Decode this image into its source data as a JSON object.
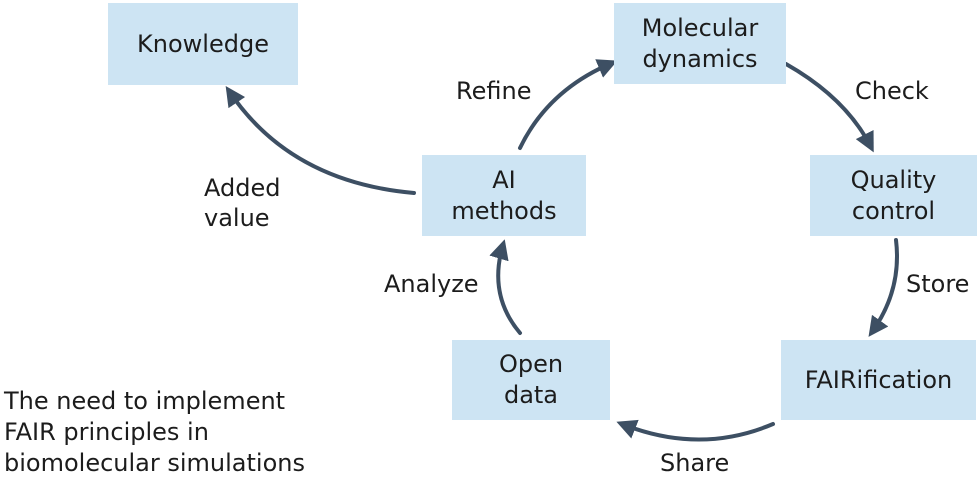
{
  "nodes": {
    "knowledge": "Knowledge",
    "molecular_dynamics": "Molecular\ndynamics",
    "ai_methods": "AI\nmethods",
    "quality_control": "Quality\ncontrol",
    "open_data": "Open\ndata",
    "fairification": "FAIRification"
  },
  "edges": {
    "refine": "Refine",
    "check": "Check",
    "store": "Store",
    "share": "Share",
    "analyze": "Analyze",
    "added_value": "Added\nvalue"
  },
  "caption": "The need to implement\nFAIR principles in\nbiomolecular simulations",
  "colors": {
    "node_fill": "#cde4f3",
    "arrow": "#3d4f63",
    "text": "#1c1c1c"
  }
}
